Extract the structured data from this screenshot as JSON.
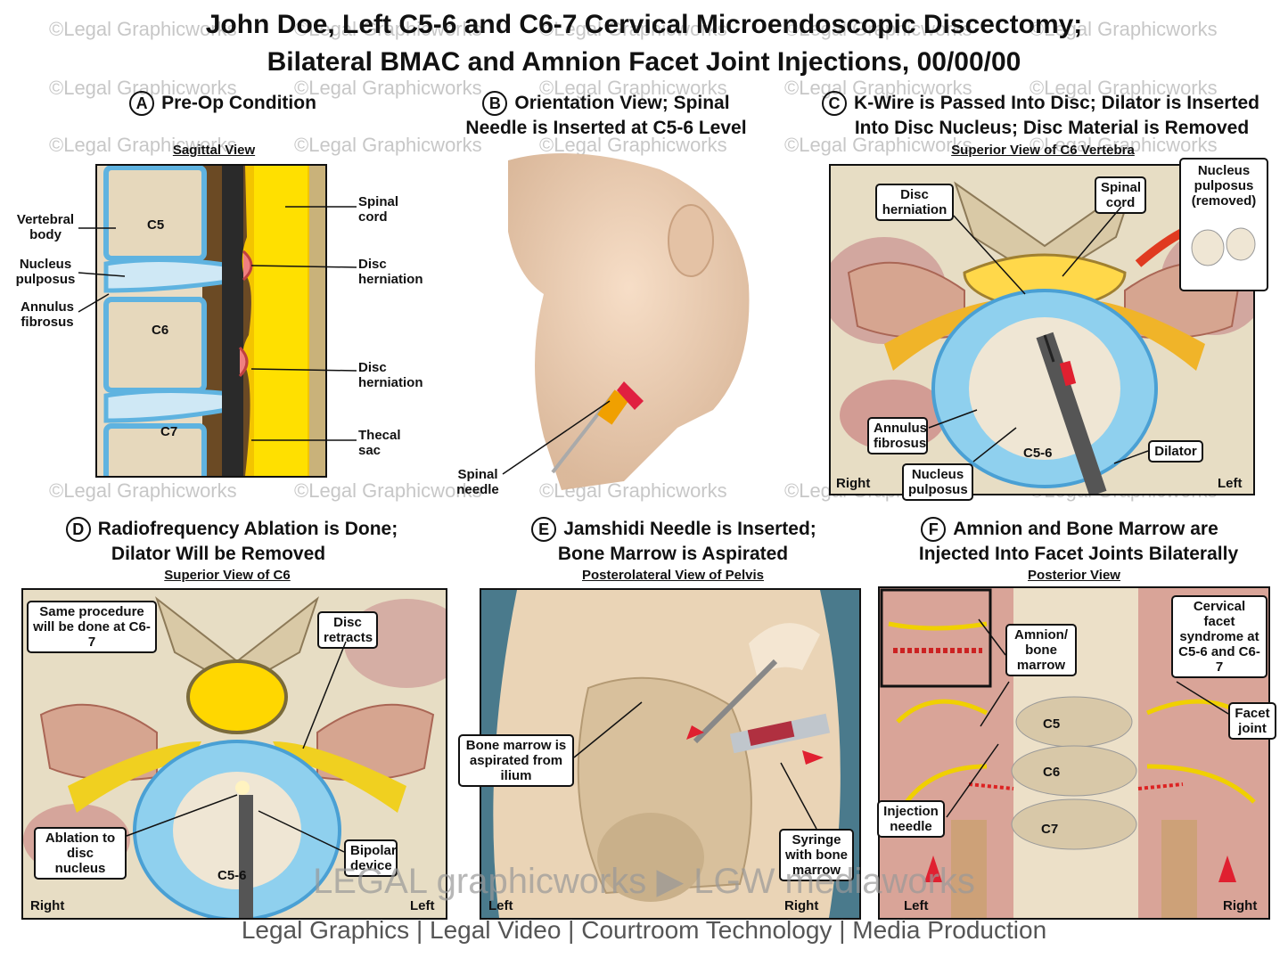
{
  "title_line1": "John Doe, Left C5-6 and C6-7 Cervical Microendoscopic Discectomy;",
  "title_line2": "Bilateral BMAC and Amnion Facet Joint Injections, 00/00/00",
  "watermark": "©Legal Graphicworks",
  "panels": {
    "a": {
      "letter": "A",
      "heading": "Pre-Op Condition",
      "subtitle": "Sagittal View",
      "labels": {
        "vertebral_body": "Vertebral body",
        "nucleus": "Nucleus pulposus",
        "annulus": "Annulus fibrosus",
        "c5": "C5",
        "c6": "C6",
        "c7": "C7",
        "spinal_cord": "Spinal cord",
        "herniation1": "Disc herniation",
        "herniation2": "Disc herniation",
        "thecal_sac": "Thecal sac"
      }
    },
    "b": {
      "letter": "B",
      "heading_line1": "Orientation View; Spinal",
      "heading_line2": "Needle is Inserted at C5-6 Level",
      "labels": {
        "needle": "Spinal needle"
      }
    },
    "c": {
      "letter": "C",
      "heading_line1": "K-Wire is Passed Into Disc; Dilator is Inserted",
      "heading_line2": "Into Disc Nucleus; Disc Material is Removed",
      "subtitle": "Superior View of C6 Vertebra",
      "labels": {
        "herniation": "Disc herniation",
        "spinal_cord": "Spinal cord",
        "removed": "Nucleus pulposus (removed)",
        "annulus": "Annulus fibrosus",
        "nucleus": "Nucleus pulposus",
        "level": "C5-6",
        "dilator": "Dilator",
        "right": "Right",
        "left": "Left"
      }
    },
    "d": {
      "letter": "D",
      "heading_line1": "Radiofrequency Ablation is Done;",
      "heading_line2": "Dilator Will be Removed",
      "subtitle": "Superior View of C6",
      "labels": {
        "same": "Same procedure will be done at C6-7",
        "retracts": "Disc retracts",
        "ablation": "Ablation to disc nucleus",
        "bipolar": "Bipolar device",
        "level": "C5-6",
        "right": "Right",
        "left": "Left"
      }
    },
    "e": {
      "letter": "E",
      "heading_line1": "Jamshidi Needle is Inserted;",
      "heading_line2": "Bone Marrow is Aspirated",
      "subtitle": "Posterolateral View of Pelvis",
      "labels": {
        "marrow": "Bone marrow is aspirated from ilium",
        "syringe": "Syringe with bone marrow",
        "left": "Left",
        "right": "Right"
      }
    },
    "f": {
      "letter": "F",
      "heading_line1": "Amnion and Bone Marrow are",
      "heading_line2": "Injected Into Facet Joints Bilaterally",
      "subtitle": "Posterior View",
      "labels": {
        "amnion": "Amnion/ bone marrow",
        "syndrome": "Cervical facet syndrome at C5-6 and C6-7",
        "facet": "Facet joint",
        "injection": "Injection needle",
        "c5": "C5",
        "c6": "C6",
        "c7": "C7",
        "left": "Left",
        "right": "Right"
      }
    }
  },
  "brand": "LEGAL graphicworks ▶ LGW mediaworks",
  "footer": "Legal Graphics | Legal Video | Courtroom Technology | Media Production"
}
